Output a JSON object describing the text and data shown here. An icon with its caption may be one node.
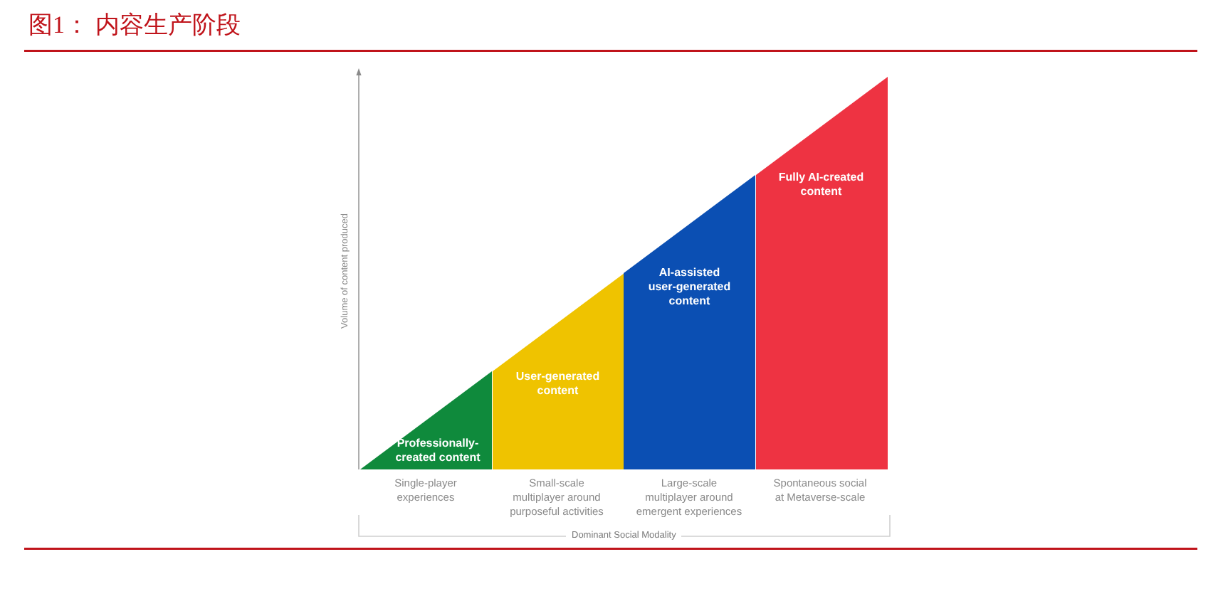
{
  "diagram": {
    "title": "图1： 内容生产阶段",
    "nodes": [
      {
        "text": [
          "Professionally-created content"
        ]
      },
      {
        "text": [
          "User-generated content"
        ]
      },
      {
        "text": [
          "AI-assisted user-generated content"
        ]
      },
      {
        "text": [
          "Fully AI-created content"
        ]
      }
    ],
    "labels": [
      "Volume of content produced",
      "Single-player experiences",
      "Small-scale multiplayer around purposeful activities",
      "Large-scale multiplayer around emergent experiences",
      "Spontaneous social at Metaverse-scale",
      "Dominant Social Modality"
    ]
  }
}
